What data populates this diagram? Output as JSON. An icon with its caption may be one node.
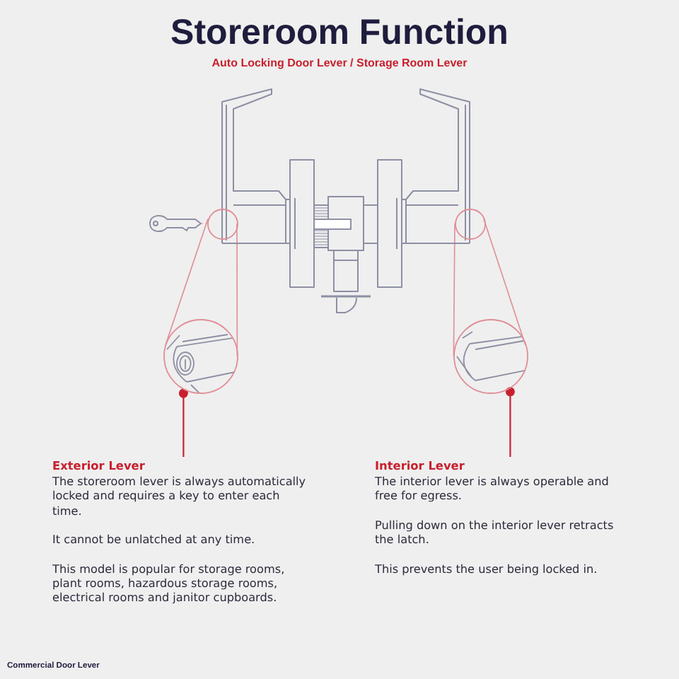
{
  "diagram": {
    "title": "Storeroom Function",
    "nodes": [
      {
        "text": [],
        "shape": "circle"
      },
      {
        "text": [],
        "shape": "circle"
      },
      {
        "text": [],
        "shape": "circle"
      },
      {
        "text": [],
        "shape": "circle"
      },
      {
        "text": [
          "Exterior Lever",
          "The storeroom lever is always automatically locked and requires a key to enter each time.",
          "It cannot be unlatched at any time.",
          "This model is popular for storage rooms, plant rooms, hazardous storage rooms, electrical rooms and janitor cupboards."
        ]
      },
      {
        "text": [
          "Interior Lever",
          "The interior lever is always operable and free for egress.",
          "Pulling down on the interior lever retracts the latch.",
          "This prevents the user being locked in."
        ]
      }
    ],
    "edges": [
      {
        "from": 0,
        "to": 2,
        "arrow": "none"
      },
      {
        "from": 0,
        "to": 2,
        "arrow": "none"
      },
      {
        "from": 1,
        "to": 3,
        "arrow": "none"
      },
      {
        "from": 1,
        "to": 3,
        "arrow": "none"
      },
      {
        "from": 4,
        "to": 2,
        "arrow": "other",
        "color": "#c8202e"
      },
      {
        "from": 5,
        "to": 3,
        "arrow": "other",
        "color": "#c8202e"
      }
    ],
    "labels": [
      "Auto Locking Door Lever / Storage Room Lever",
      "Commercial Door Lever"
    ]
  }
}
